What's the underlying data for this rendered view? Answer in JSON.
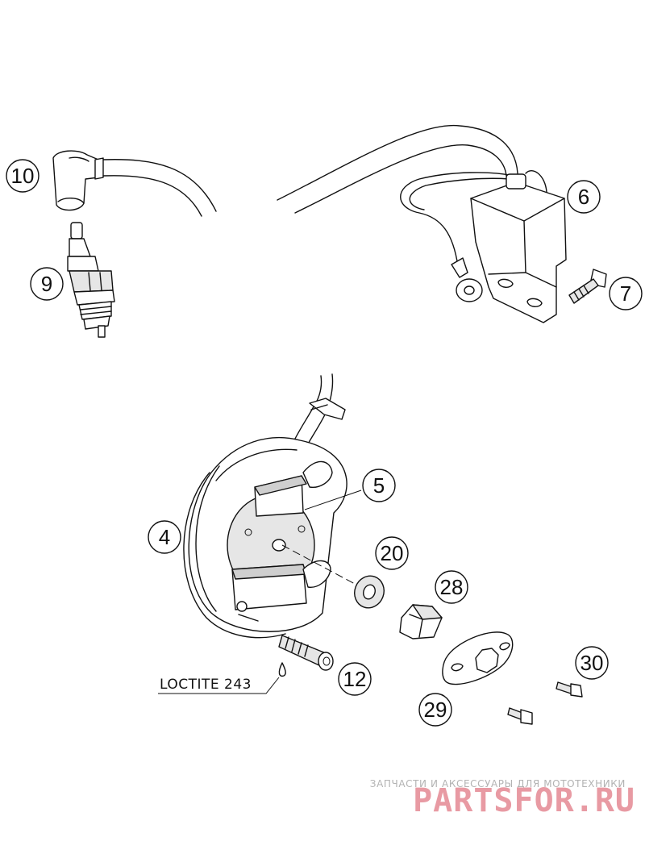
{
  "callouts": [
    {
      "id": "c10",
      "label": "10"
    },
    {
      "id": "c9",
      "label": "9"
    },
    {
      "id": "c6",
      "label": "6"
    },
    {
      "id": "c7",
      "label": "7"
    },
    {
      "id": "c5",
      "label": "5"
    },
    {
      "id": "c4",
      "label": "4"
    },
    {
      "id": "c20",
      "label": "20"
    },
    {
      "id": "c28",
      "label": "28"
    },
    {
      "id": "c12",
      "label": "12"
    },
    {
      "id": "c30",
      "label": "30"
    },
    {
      "id": "c29",
      "label": "29"
    }
  ],
  "loctite_label": "LOCTITE 243",
  "watermark": {
    "tagline": "ЗАПЧАСТИ И АКСЕССУАРЫ ДЛЯ МОТОТЕХНИКИ",
    "brand": "PARTSFOR.RU"
  }
}
